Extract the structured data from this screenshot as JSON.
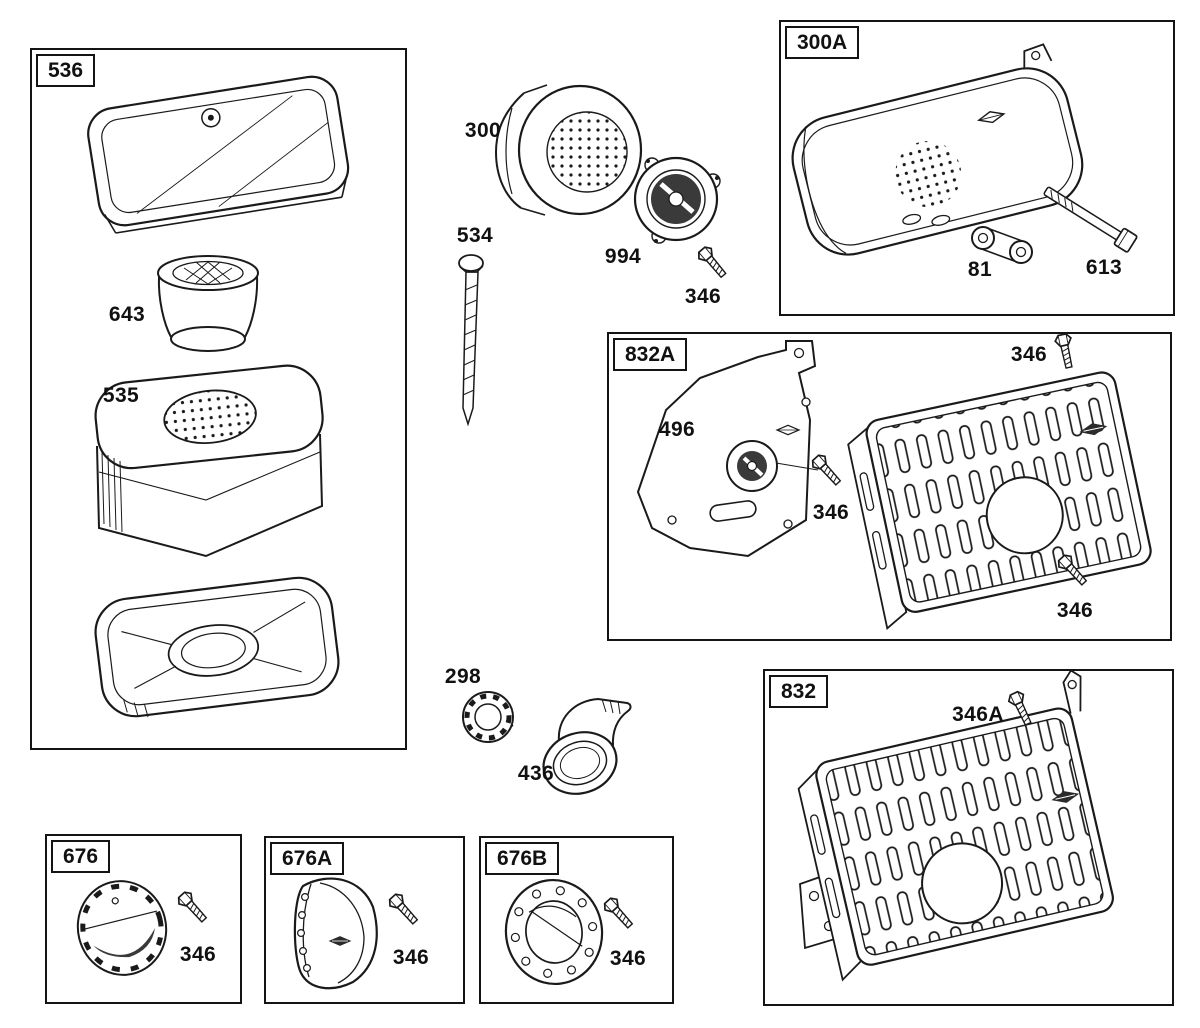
{
  "diagram": {
    "title": "Engine exploded parts diagram",
    "ink": "#1a1a1a",
    "background": "#ffffff"
  },
  "groups": {
    "g536": {
      "label": "536"
    },
    "g300a": {
      "label": "300A"
    },
    "g832a": {
      "label": "832A"
    },
    "g832": {
      "label": "832"
    },
    "g676": {
      "label": "676"
    },
    "g676a": {
      "label": "676A"
    },
    "g676b": {
      "label": "676B"
    }
  },
  "callouts": {
    "c643": {
      "label": "643"
    },
    "c535": {
      "label": "535"
    },
    "c300": {
      "label": "300"
    },
    "c534": {
      "label": "534"
    },
    "c994": {
      "label": "994"
    },
    "c346_muffler": {
      "label": "346"
    },
    "c81": {
      "label": "81"
    },
    "c613": {
      "label": "613"
    },
    "c496": {
      "label": "496"
    },
    "c346_832a_top": {
      "label": "346"
    },
    "c346_832a_mid": {
      "label": "346"
    },
    "c346_832a_bottom": {
      "label": "346"
    },
    "c298": {
      "label": "298"
    },
    "c436": {
      "label": "436"
    },
    "c346a": {
      "label": "346A"
    },
    "c346_676": {
      "label": "346"
    },
    "c346_676a": {
      "label": "346"
    },
    "c346_676b": {
      "label": "346"
    }
  }
}
